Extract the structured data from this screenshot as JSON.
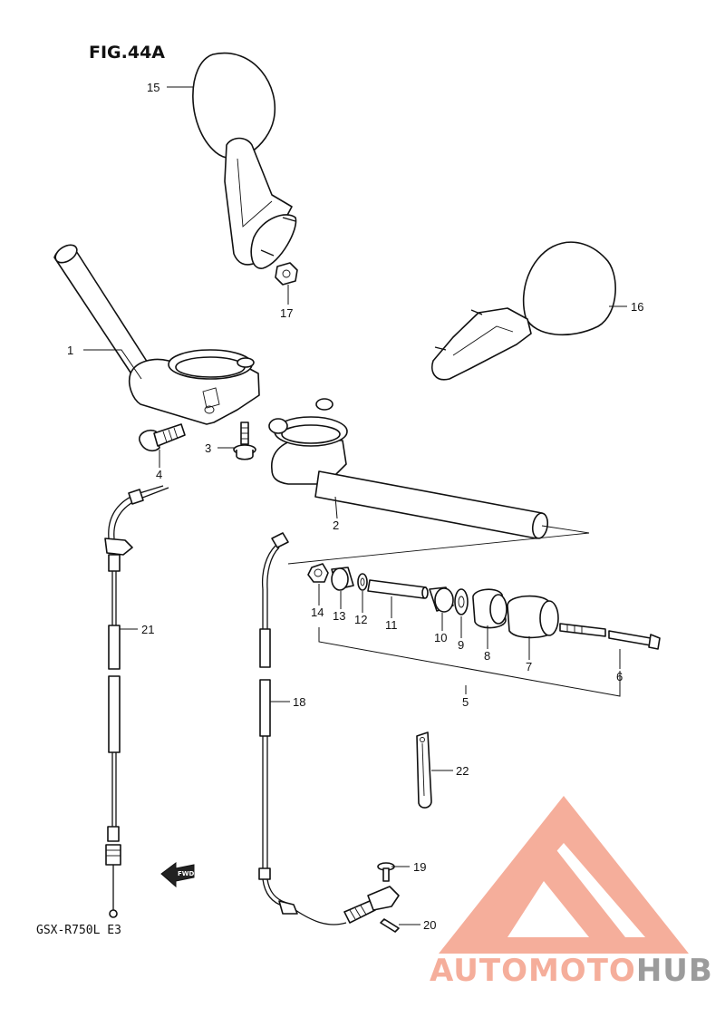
{
  "figure": {
    "title": "FIG.44A",
    "model_code": "GSX-R750L E3",
    "fwd_label": "FWD"
  },
  "callouts": [
    "1",
    "2",
    "3",
    "4",
    "5",
    "6",
    "7",
    "8",
    "9",
    "10",
    "11",
    "12",
    "13",
    "14",
    "15",
    "16",
    "17",
    "18",
    "19",
    "20",
    "21",
    "22"
  ],
  "watermark": {
    "part1": "AUTOMOTO",
    "part2": "HUB",
    "color_primary": "#f4a08a",
    "color_secondary": "#8a8a8a"
  }
}
